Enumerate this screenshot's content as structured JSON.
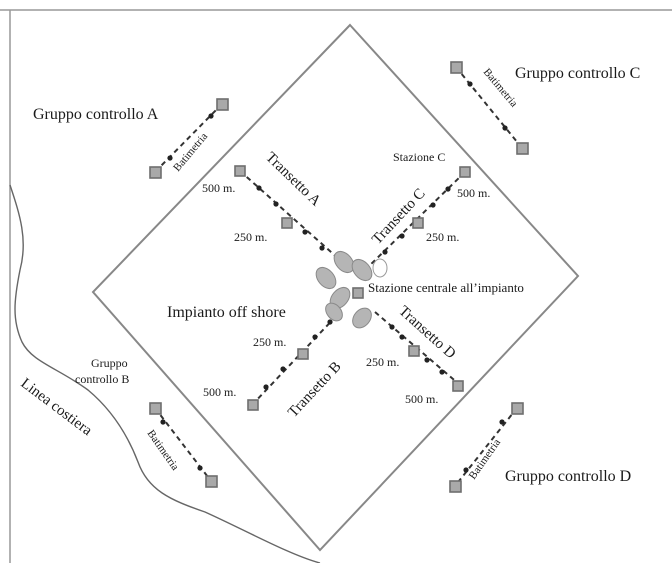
{
  "diagram": {
    "plant_label": "Impianto off shore",
    "central_station_label": "Stazione centrale all’impianto",
    "station_c_label": "Stazione C",
    "coastline_label": "Linea costiera",
    "transects": {
      "a": "Transetto A",
      "b": "Transetto B",
      "c": "Transetto C",
      "d": "Transetto D"
    },
    "distances": {
      "near": "250 m.",
      "far": "500 m."
    },
    "control_groups": {
      "a": "Gruppo controllo A",
      "b_line1": "Gruppo",
      "b_line2": "controllo B",
      "c": "Gruppo controllo C",
      "d": "Gruppo controllo D"
    },
    "bathymetry_label": "Batimetria"
  }
}
